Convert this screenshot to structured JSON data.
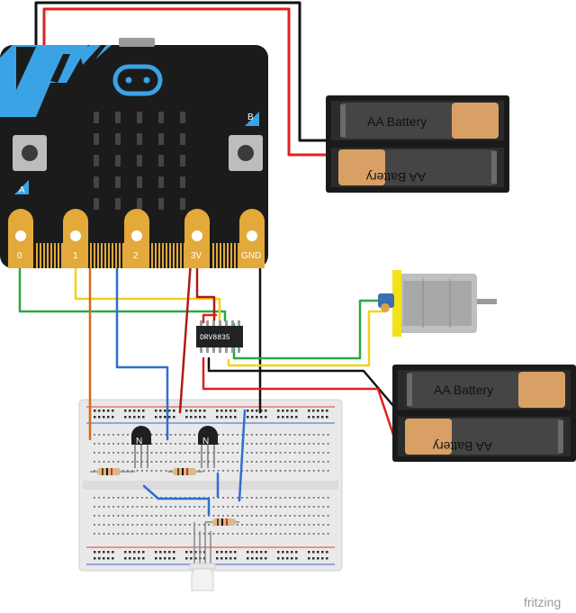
{
  "microbit": {
    "pins": [
      "0",
      "1",
      "2",
      "3V",
      "GND"
    ],
    "button_a": "A",
    "button_b": "B"
  },
  "battery_top": {
    "label_1": "AA Battery",
    "label_2": "AA Battery"
  },
  "battery_bottom": {
    "label_1": "AA Battery",
    "label_2": "AA Battery"
  },
  "driver_chip": {
    "label": "DRV8835"
  },
  "transistor_label": "N",
  "watermark": "fritzing",
  "colors": {
    "board": "#1b1b1b",
    "accent_blue": "#3aa3e6",
    "gold": "#e3a93a",
    "wire_red": "#e02020",
    "wire_black": "#111111",
    "wire_green": "#2aa842",
    "wire_yellow": "#f2d21b",
    "wire_blue": "#2f6fd0",
    "wire_orange": "#d2691e",
    "wire_darkred": "#b01818"
  }
}
